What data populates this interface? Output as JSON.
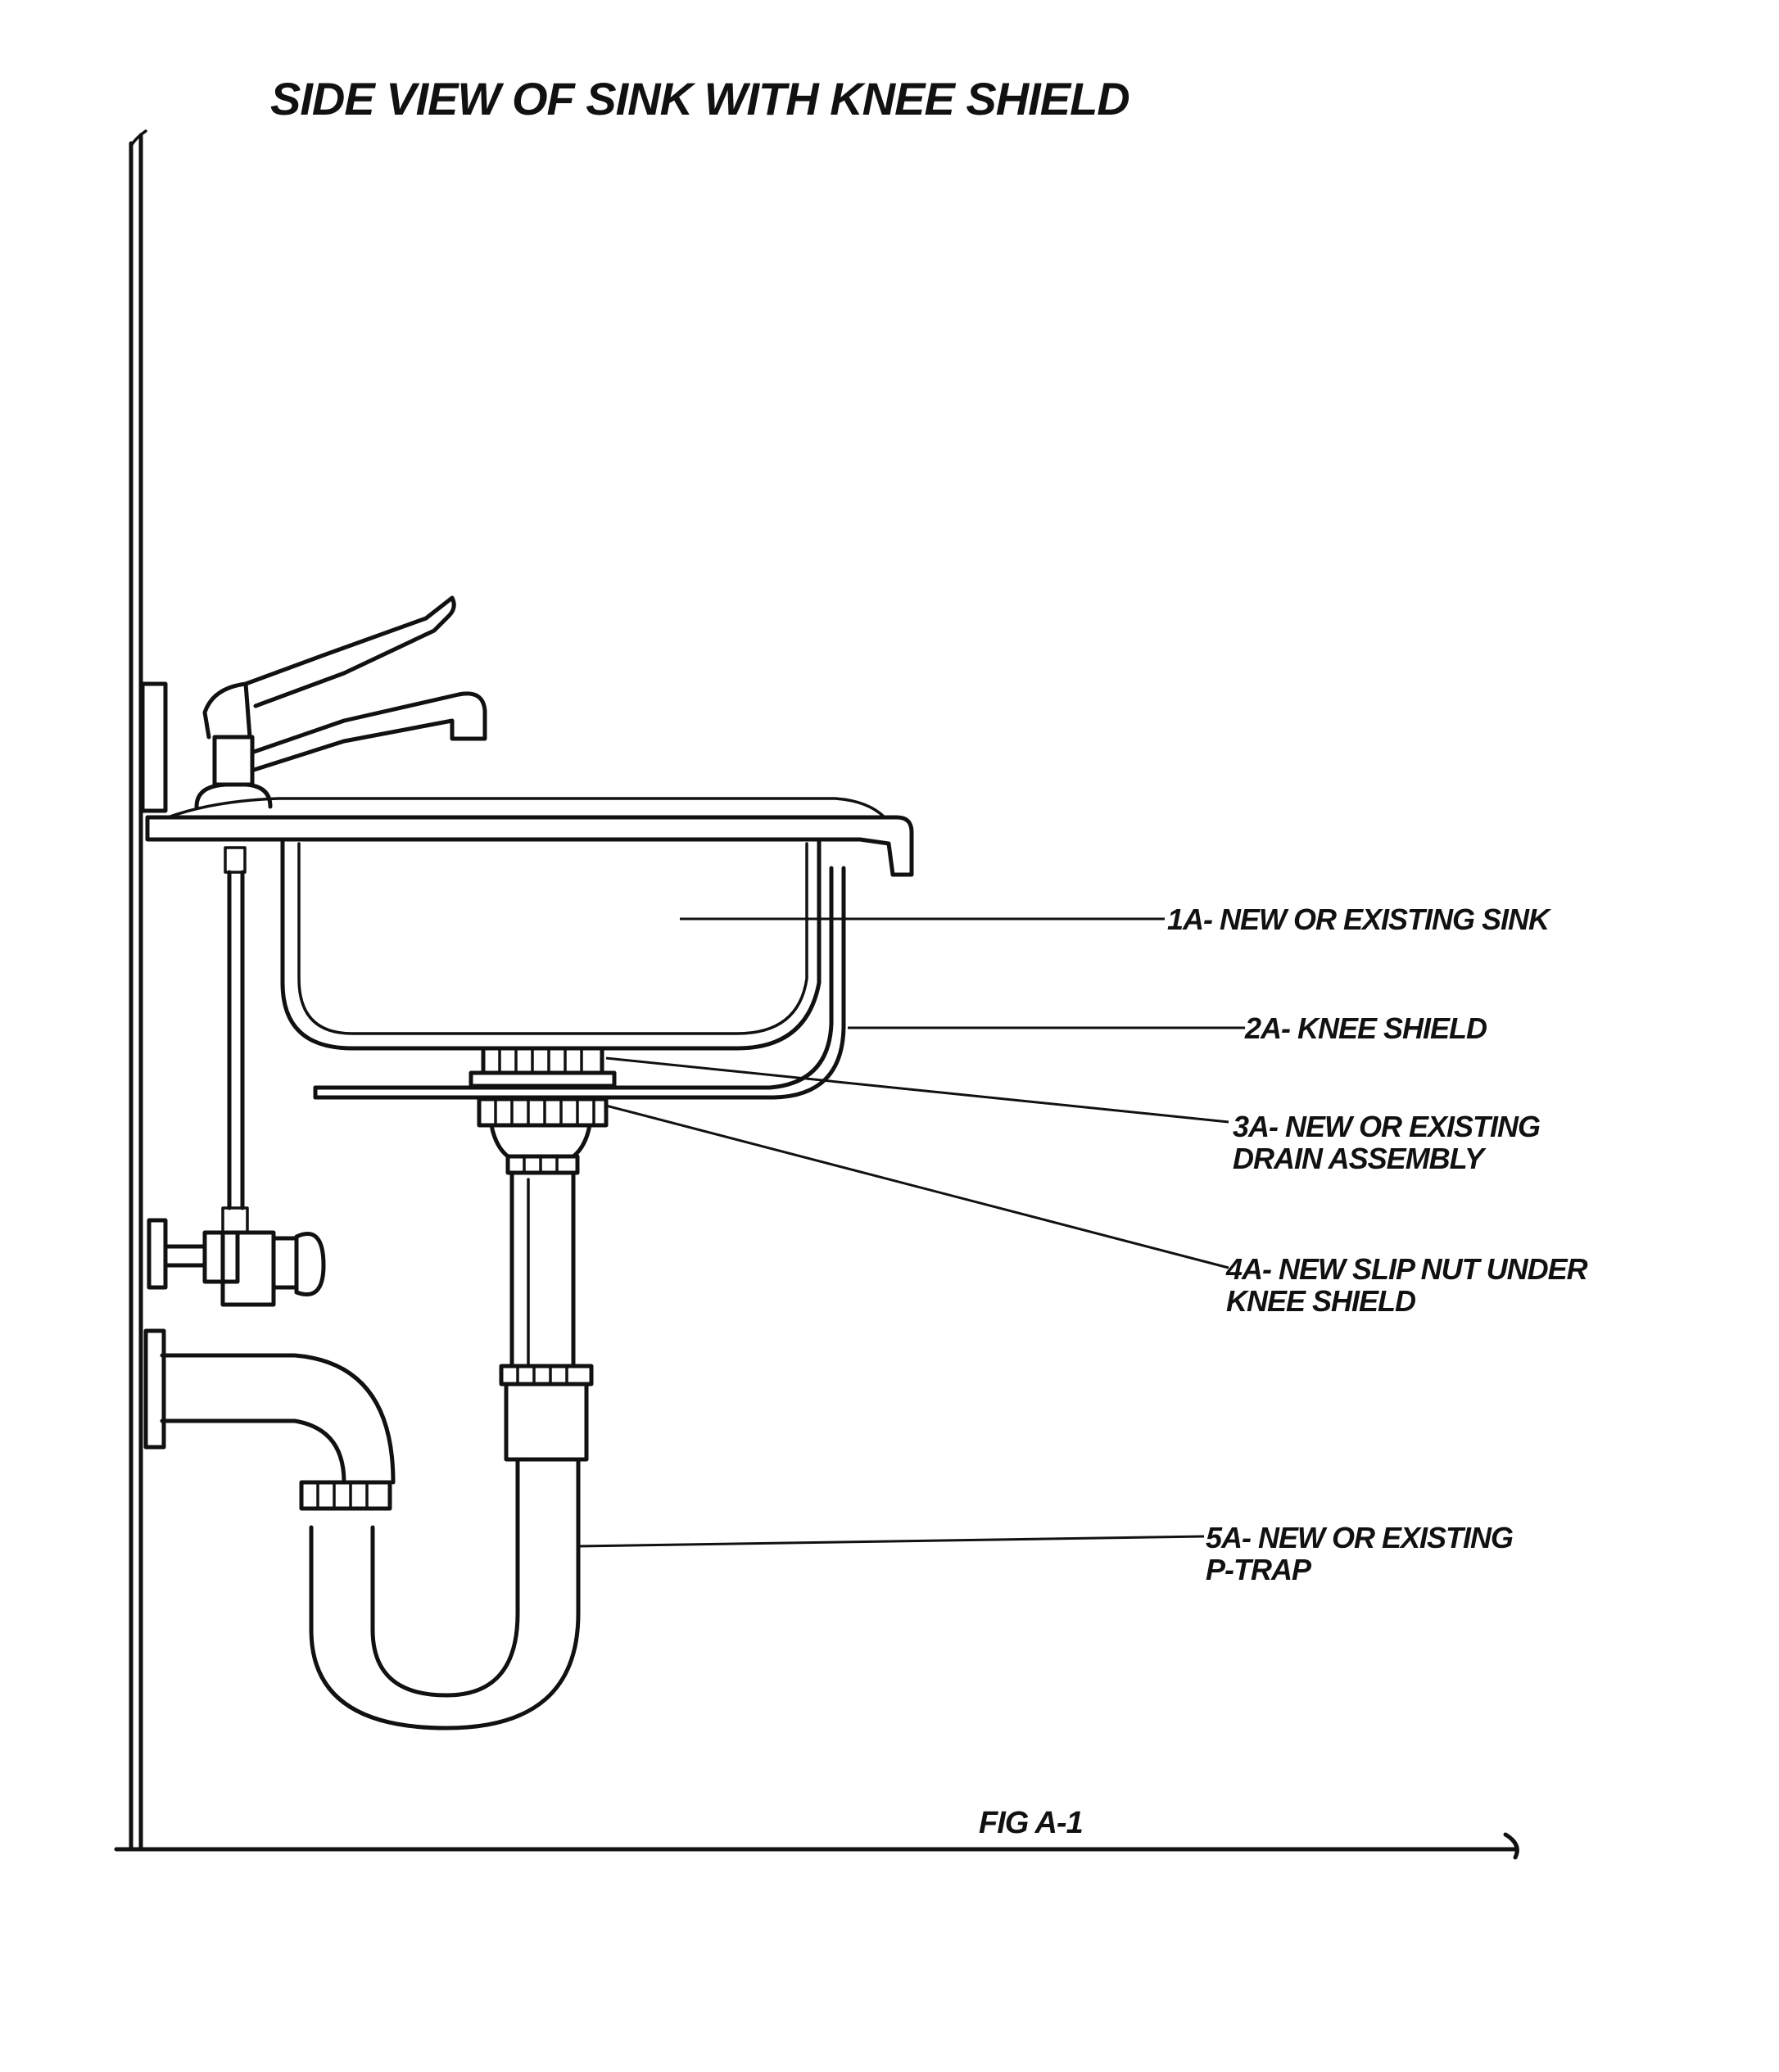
{
  "title": "SIDE VIEW OF SINK WITH  KNEE SHIELD",
  "figure_label": "FIG A-1",
  "callouts": [
    {
      "id": "1A",
      "lines": [
        "1A- NEW OR EXISTING SINK"
      ]
    },
    {
      "id": "2A",
      "lines": [
        "2A- KNEE SHIELD"
      ]
    },
    {
      "id": "3A",
      "lines": [
        "3A- NEW OR EXISTING",
        "DRAIN ASSEMBLY"
      ]
    },
    {
      "id": "4A",
      "lines": [
        "4A- NEW SLIP NUT UNDER",
        "KNEE SHIELD"
      ]
    },
    {
      "id": "5A",
      "lines": [
        "5A- NEW OR EXISTING",
        "P-TRAP"
      ]
    }
  ]
}
